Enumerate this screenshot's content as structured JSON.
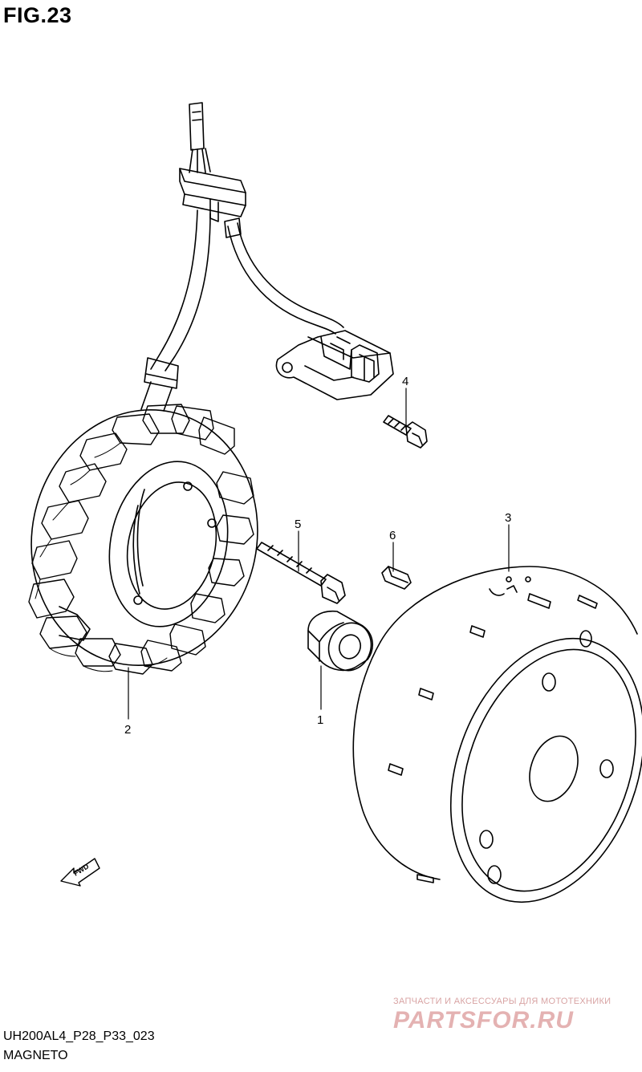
{
  "header": {
    "figure_label": "FIG.23"
  },
  "footer": {
    "code": "UH200AL4_P28_P33_023",
    "name": "MAGNETO"
  },
  "callouts": {
    "c1": "1",
    "c2": "2",
    "c3": "3",
    "c4": "4",
    "c5": "5",
    "c6": "6"
  },
  "fwd_marker": {
    "label": "FWD"
  },
  "watermark": {
    "tagline": "ЗАПЧАСТИ И АКСЕССУАРЫ ДЛЯ МОТОТЕХНИКИ",
    "logo_text": "PARTSFOR.RU",
    "color": "#d8a3a3"
  },
  "icons": [
    "fwd-arrow-icon"
  ]
}
